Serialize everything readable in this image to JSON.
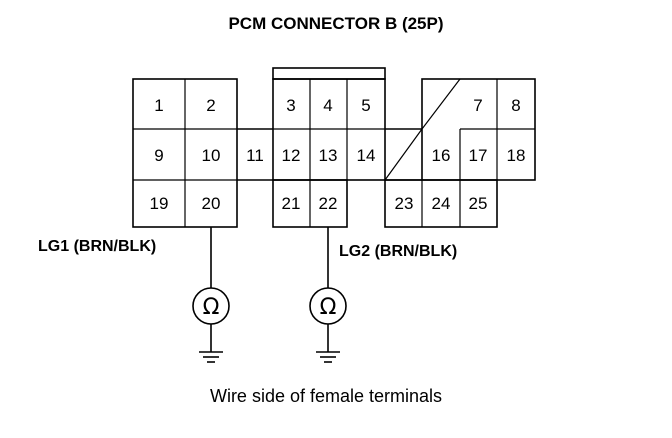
{
  "title": "PCM CONNECTOR B (25P)",
  "caption": "Wire side of female terminals",
  "pins": [
    "1",
    "2",
    "3",
    "4",
    "5",
    "7",
    "8",
    "9",
    "10",
    "11",
    "12",
    "13",
    "14",
    "16",
    "17",
    "18",
    "19",
    "20",
    "21",
    "22",
    "23",
    "24",
    "25"
  ],
  "wires": [
    {
      "label": "LG1 (BRN/BLK)",
      "terminal": "20",
      "icon": "ohm-meter-icon"
    },
    {
      "label": "LG2 (BRN/BLK)",
      "terminal": "22",
      "icon": "ohm-meter-icon"
    }
  ],
  "ohm_symbol": "Ω"
}
